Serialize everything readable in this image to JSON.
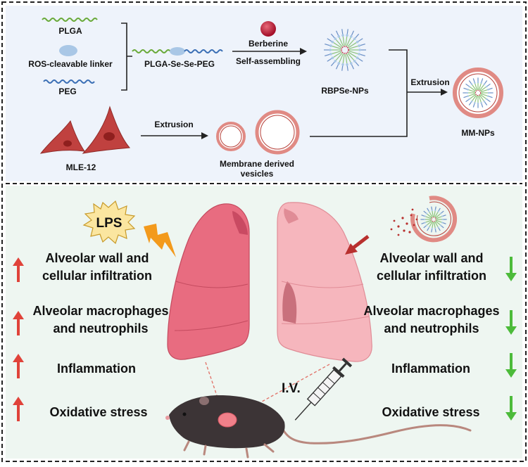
{
  "synthesis": {
    "plga": "PLGA",
    "linker": "ROS-cleavable linker",
    "peg": "PEG",
    "conjugate": "PLGA-Se-Se-PEG",
    "berberine": "Berberine",
    "self_assembling": "Self-assembling",
    "rbpse": "RBPSe-NPs",
    "cell": "MLE-12",
    "extrusion_1": "Extrusion",
    "vesicles_line1": "Membrane derived",
    "vesicles_line2": "vesicles",
    "extrusion_2": "Extrusion",
    "mm_nps": "MM-NPs"
  },
  "effects": {
    "lps": "LPS",
    "iv": "I.V.",
    "left": [
      {
        "line1": "Alveolar wall and",
        "line2": "cellular infiltration"
      },
      {
        "line1": "Alveolar macrophages",
        "line2": "and neutrophils"
      },
      {
        "line1": "Inflammation",
        "line2": ""
      },
      {
        "line1": "Oxidative stress",
        "line2": ""
      }
    ],
    "right": [
      {
        "line1": "Alveolar wall and",
        "line2": "cellular infiltration"
      },
      {
        "line1": "Alveolar macrophages",
        "line2": "and neutrophils"
      },
      {
        "line1": "Inflammation",
        "line2": ""
      },
      {
        "line1": "Oxidative stress",
        "line2": ""
      }
    ]
  },
  "colors": {
    "up_arrow": "#e0433a",
    "down_arrow": "#4cbb3a",
    "top_panel_bg": "#eef3fb",
    "bottom_panel_bg": "#eef6f1"
  }
}
